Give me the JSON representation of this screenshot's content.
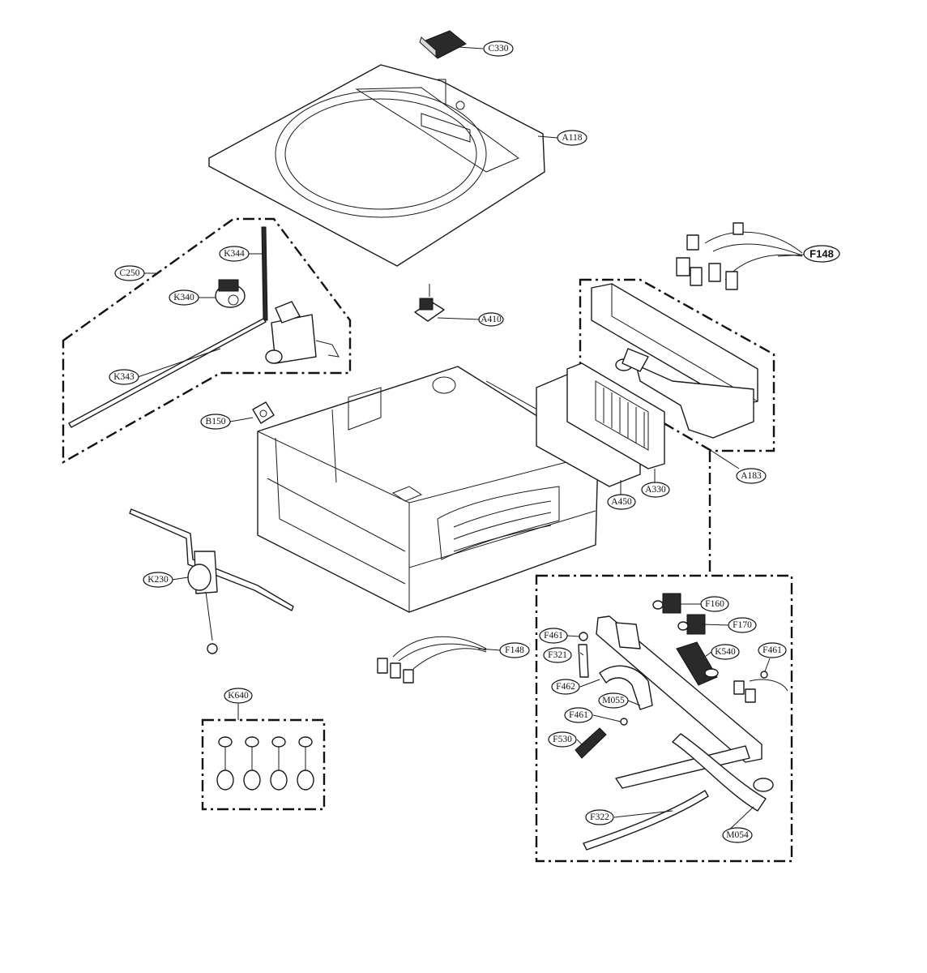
{
  "labels": {
    "c330": "C330",
    "a118": "A118",
    "f148_top": "F148",
    "c250": "C250",
    "k344": "K344",
    "k340": "K340",
    "a410": "A410",
    "k343": "K343",
    "b150": "B150",
    "a183": "A183",
    "a330": "A330",
    "a450": "A450",
    "k230": "K230",
    "f148_bottom": "F148",
    "k640": "K640",
    "f160": "F160",
    "f461_a": "F461",
    "f170": "F170",
    "f321": "F321",
    "k540": "K540",
    "f461_b": "F461",
    "f462": "F462",
    "m055": "M055",
    "f461_c": "F461",
    "f530": "F530",
    "f322": "F322",
    "m054": "M054"
  }
}
